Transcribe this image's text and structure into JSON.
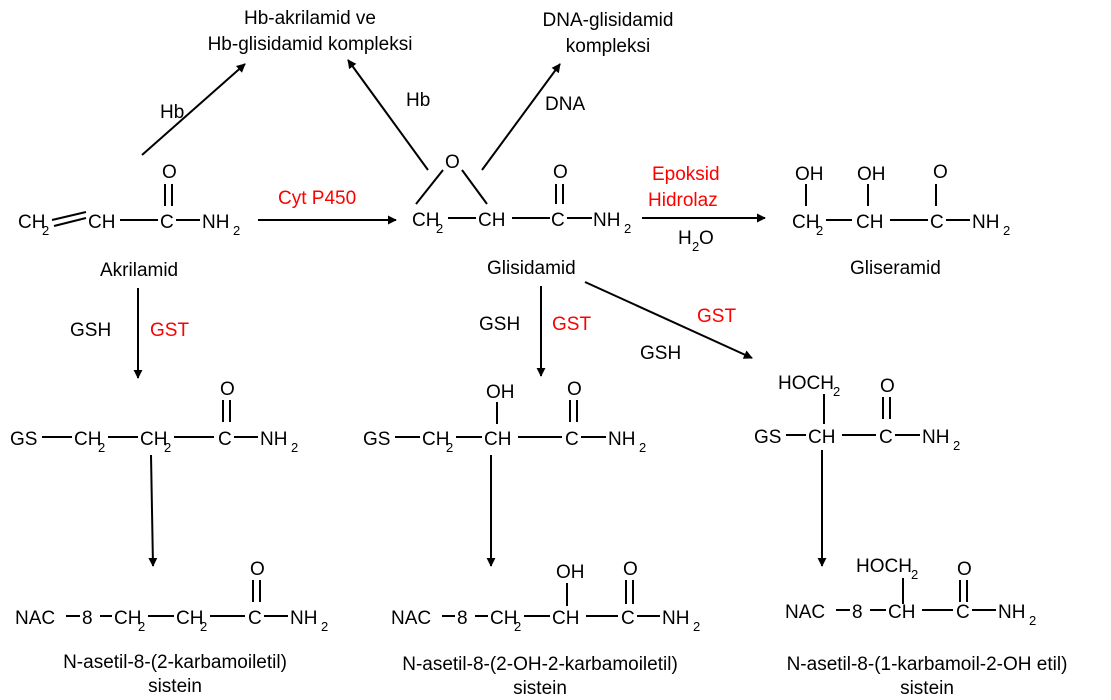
{
  "complexes": {
    "hb_line1": "Hb-akrilamid ve",
    "hb_line2": "Hb-glisidamid kompleksi",
    "dna_line1": "DNA-glisidamid",
    "dna_line2": "kompleksi"
  },
  "labels": {
    "hb_left": "Hb",
    "hb_right": "Hb",
    "dna": "DNA",
    "cyt": "Cyt P450",
    "epoxide_line1": "Epoksid",
    "epoxide_line2": "Hidrolaz",
    "water": "H",
    "water_sub": "2",
    "water_tail": "O",
    "gsh_left": "GSH",
    "gst_left": "GST",
    "gsh_mid": "GSH",
    "gst_mid": "GST",
    "gst_right": "GST",
    "gsh_right": "GSH"
  },
  "atoms": {
    "O": "O",
    "OH": "OH",
    "C": "C",
    "CH": "CH",
    "CH2": "CH",
    "two": "2",
    "NH": "NH",
    "GS": "GS",
    "HOCH": "HOCH",
    "NAC": "NAC",
    "eight": "8"
  },
  "names": {
    "akrilamid": "Akrilamid",
    "glisidamid": "Glisidamid",
    "gliseramid": "Gliseramid",
    "prod1_line1": "N-asetil-8-(2-karbamoiletil)",
    "prod1_line2": "sistein",
    "prod2_line1": "N-asetil-8-(2-OH-2-karbamoiletil)",
    "prod2_line2": "sistein",
    "prod3_line1": "N-asetil-8-(1-karbamoil-2-OH etil)",
    "prod3_line2": "sistein"
  },
  "colors": {
    "enzyme": "#ff0000",
    "ink": "#000000"
  }
}
